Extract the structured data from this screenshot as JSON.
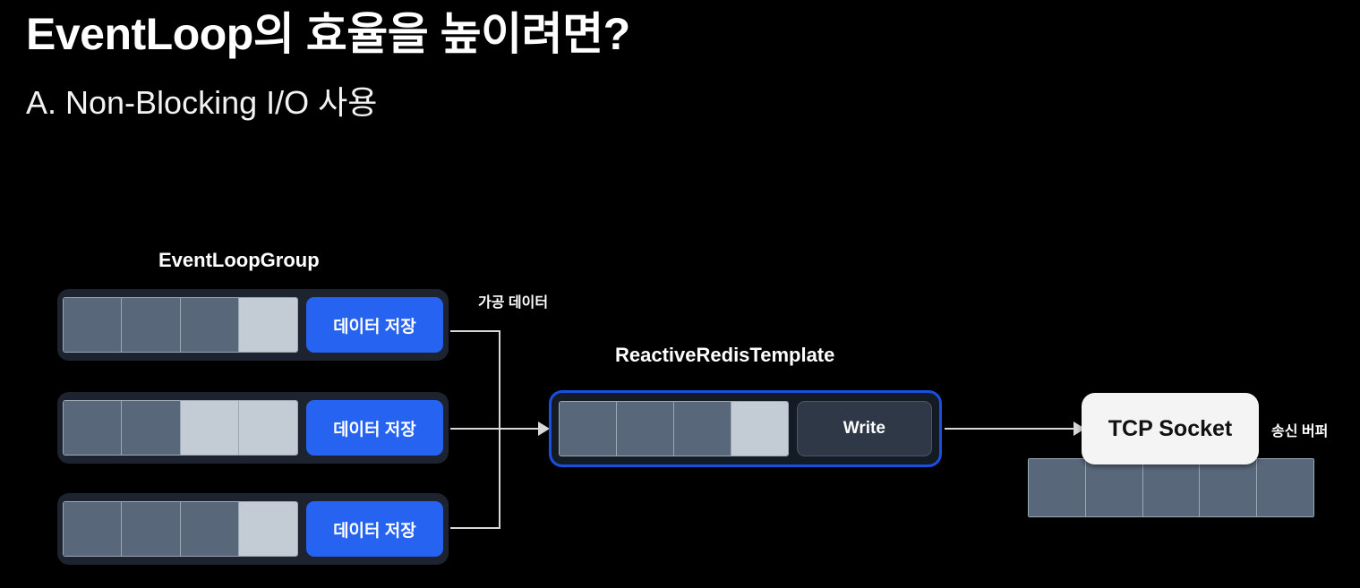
{
  "slide": {
    "title": "EventLoop의 효율을 높이려면?",
    "subtitle": "A. Non-Blocking I/O 사용",
    "background_color": "#000000"
  },
  "colors": {
    "accent_blue": "#2563f0",
    "border_blue": "#1a4fe0",
    "cell_dark": "#59677a",
    "cell_light": "#c3ccd4",
    "row_background": "#1d2430",
    "write_button": "#2e3846",
    "socket_white": "#f4f4f4",
    "connector": "#d8d8d8"
  },
  "diagram": {
    "event_loop_group": {
      "caption": "EventLoopGroup",
      "rows": [
        {
          "cells": [
            "dark",
            "dark",
            "dark",
            "light"
          ],
          "button_label": "데이터 저장"
        },
        {
          "cells": [
            "dark",
            "dark",
            "light",
            "light"
          ],
          "button_label": "데이터 저장"
        },
        {
          "cells": [
            "dark",
            "dark",
            "dark",
            "light"
          ],
          "button_label": "데이터 저장"
        }
      ]
    },
    "processed_data_label": "가공 데이터",
    "reactive_redis_template": {
      "caption": "ReactiveRedisTemplate",
      "cells": [
        "dark",
        "dark",
        "dark",
        "light"
      ],
      "button_label": "Write"
    },
    "tcp_socket": {
      "label": "TCP Socket",
      "send_buffer_label": "송신 버퍼",
      "buffer_cells": [
        "dark",
        "dark",
        "dark",
        "dark",
        "dark"
      ]
    }
  }
}
